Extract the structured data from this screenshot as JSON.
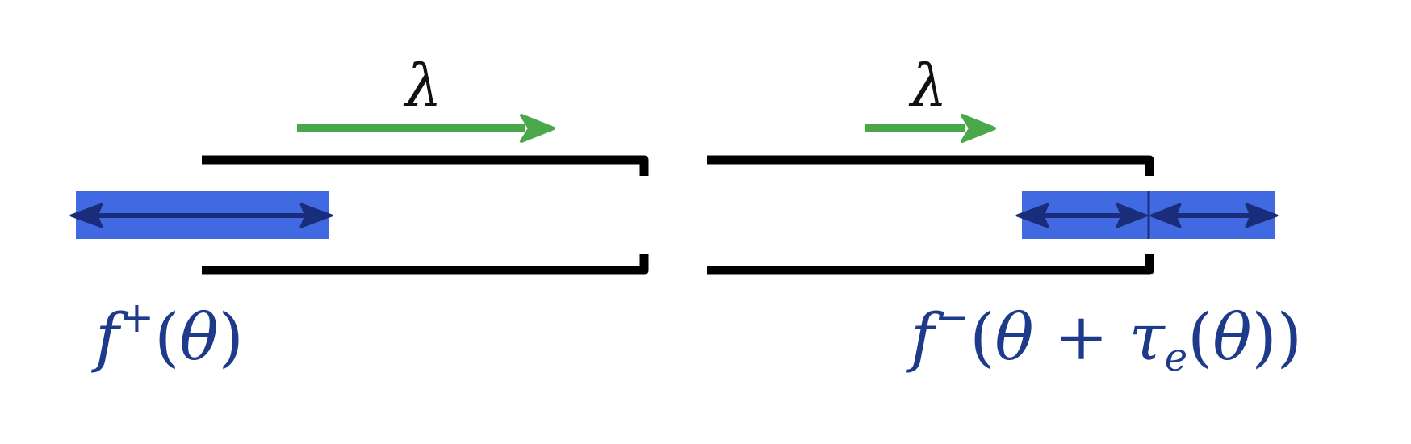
{
  "colors": {
    "wave_packet": "#4169e1",
    "arrow_dark": "#1a2d7a",
    "arrow_green": "#4aa84b",
    "waveguide": "#000000",
    "label": "#1e3a8a"
  },
  "left_panel": {
    "lambda_symbol": "λ",
    "label": {
      "f": "f",
      "sign": "+",
      "open": "(",
      "theta": "θ",
      "close": ")"
    }
  },
  "right_panel": {
    "lambda_symbol": "λ",
    "label": {
      "f": "f",
      "sign": "−",
      "open": "(",
      "theta": "θ",
      "plus": " + ",
      "tau": "τ",
      "sub": "e",
      "open2": "(",
      "theta2": "θ",
      "close2": "))"
    }
  }
}
